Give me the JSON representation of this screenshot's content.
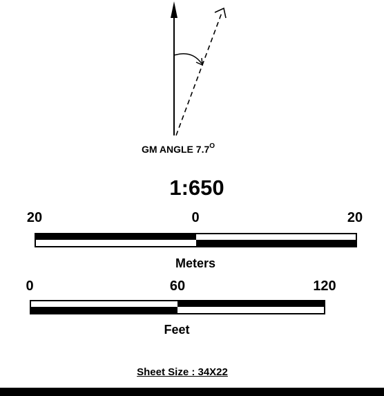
{
  "north_arrow": {
    "gm_angle_label": "GM ANGLE 7.7",
    "degree_symbol": "O"
  },
  "scale_ratio": "1:650",
  "metric_scale": {
    "left_label": "20",
    "center_label": "0",
    "right_label": "20",
    "units": "Meters"
  },
  "imperial_scale": {
    "left_label": "0",
    "center_label": "60",
    "right_label": "120",
    "units": "Feet"
  },
  "sheet_size": "Sheet Size : 34X22",
  "colors": {
    "ink": "#000000",
    "paper": "#ffffff"
  }
}
